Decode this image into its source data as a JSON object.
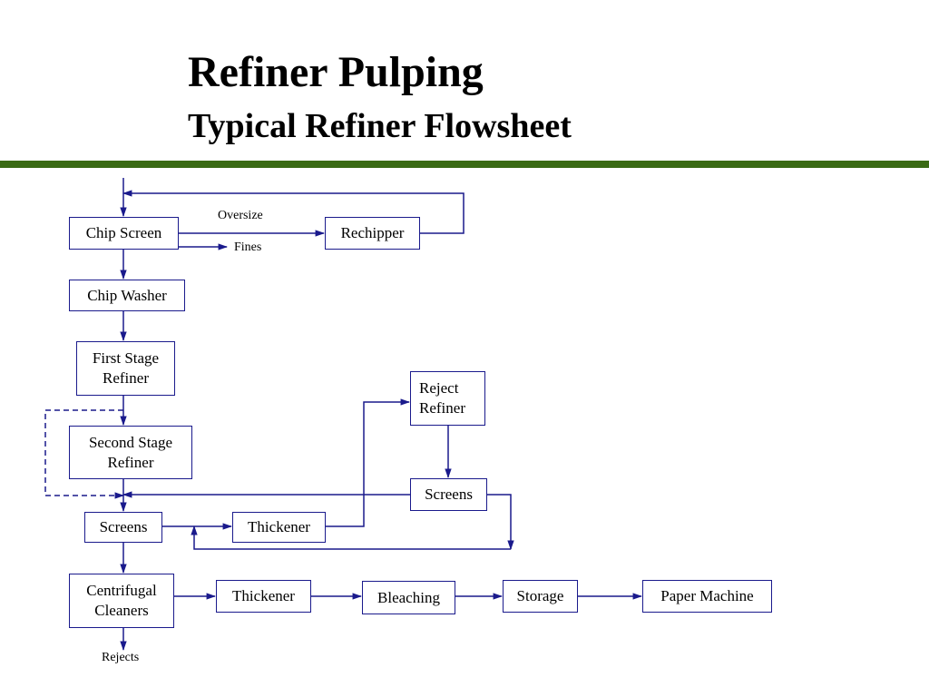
{
  "header": {
    "title": "Refiner Pulping",
    "subtitle": "Typical Refiner Flowsheet",
    "rule_color": "#3a6a14"
  },
  "diagram": {
    "line_color": "#1a1a8c",
    "nodes": {
      "chip_screen": "Chip Screen",
      "rechipper": "Rechipper",
      "chip_washer": "Chip Washer",
      "first_stage_refiner": "First Stage\nRefiner",
      "second_stage_refiner": "Second Stage\nRefiner",
      "reject_refiner": "Reject\nRefiner",
      "screens_reject": "Screens",
      "screens_main": "Screens",
      "thickener_1": "Thickener",
      "centrifugal_cleaners": "Centrifugal\nCleaners",
      "thickener_2": "Thickener",
      "bleaching": "Bleaching",
      "storage": "Storage",
      "paper_machine": "Paper Machine"
    },
    "labels": {
      "oversize": "Oversize",
      "fines": "Fines",
      "rejects": "Rejects"
    }
  }
}
